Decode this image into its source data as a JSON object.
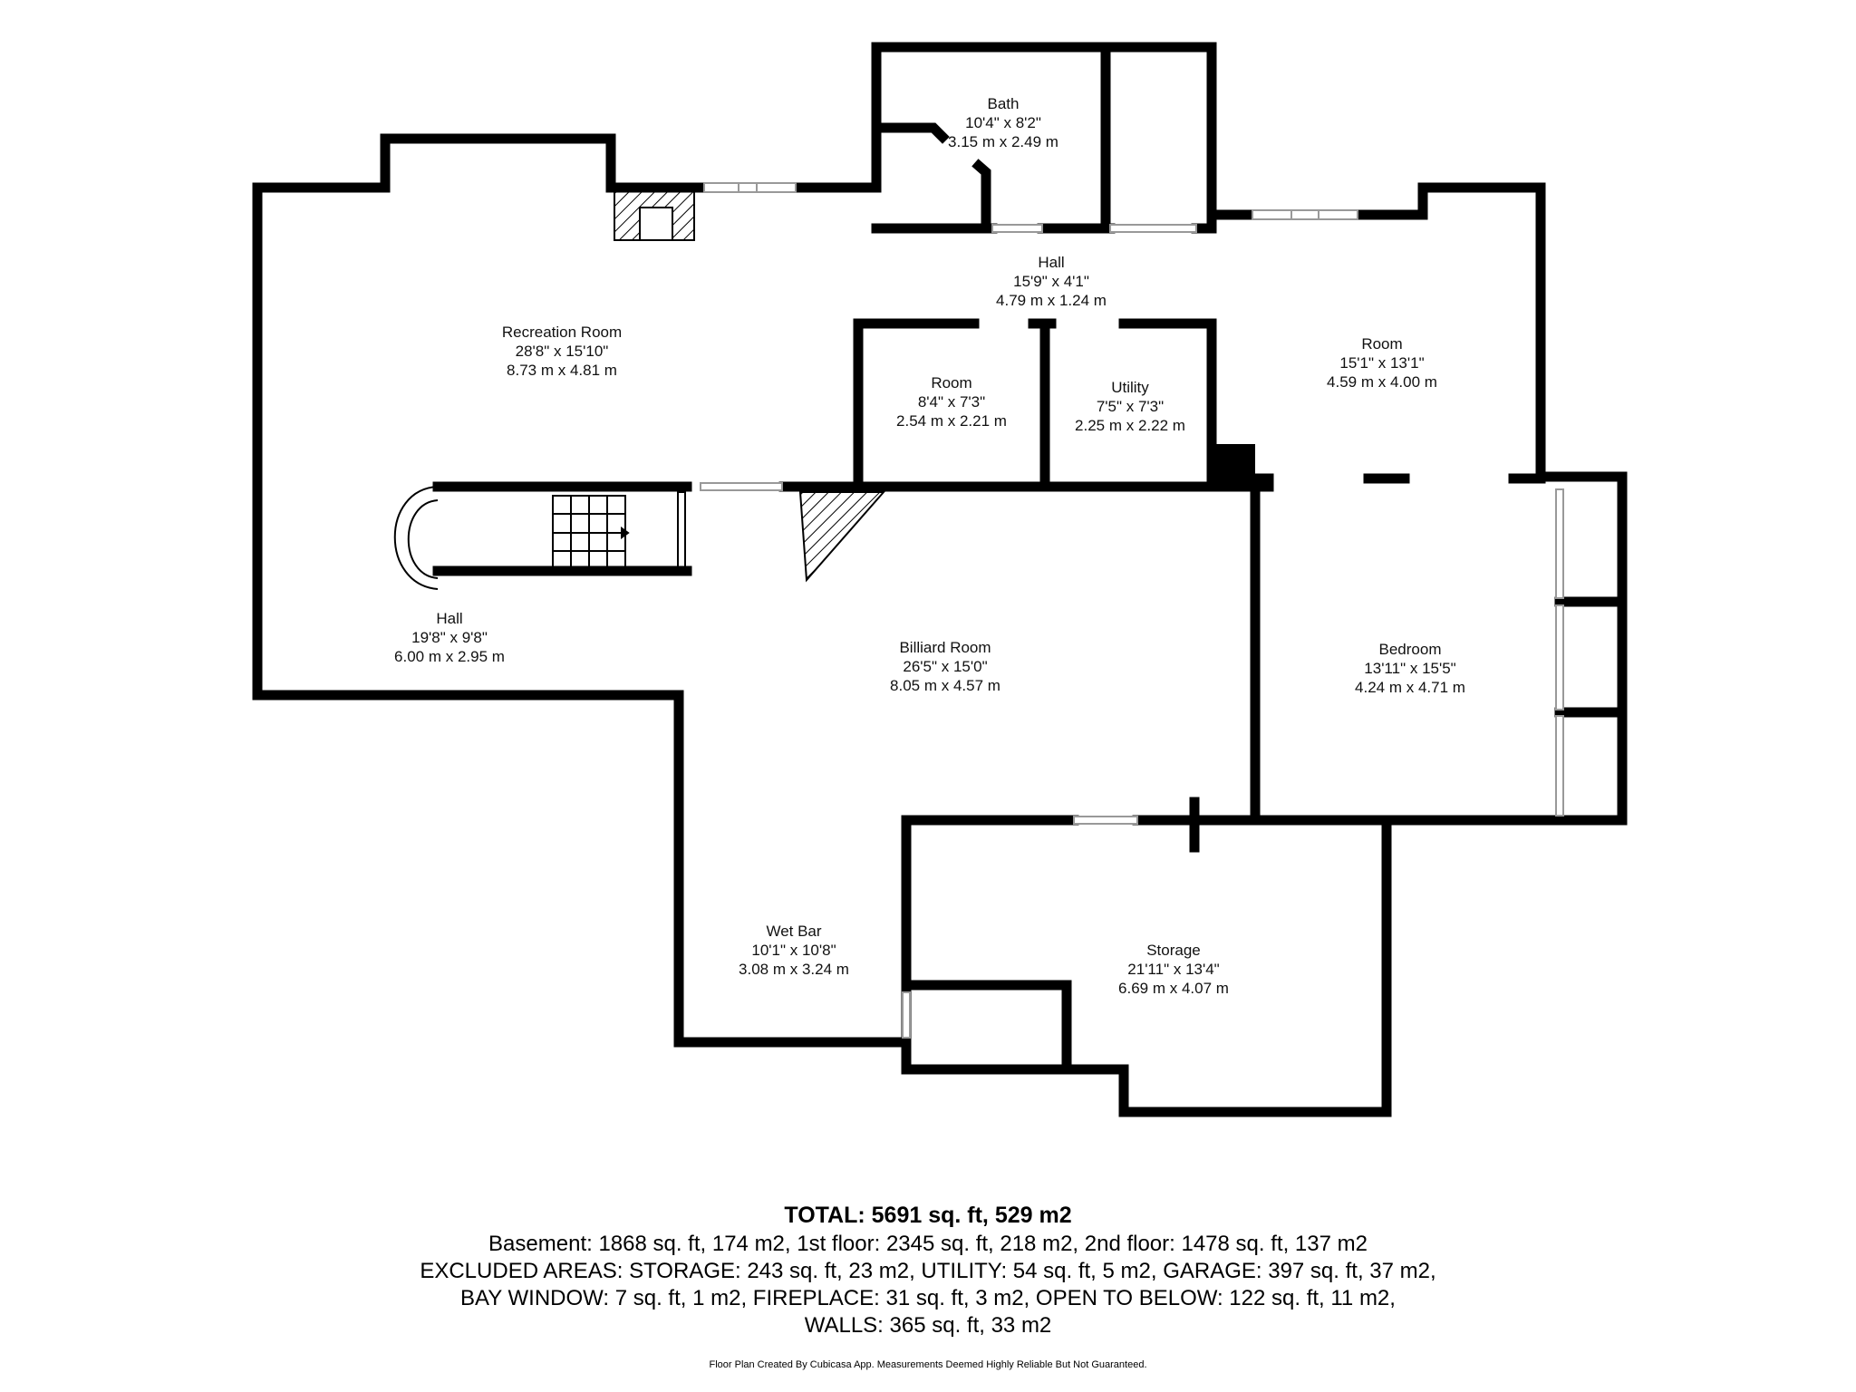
{
  "rooms": [
    {
      "id": "recreation-room",
      "name": "Recreation Room",
      "imperial": "28'8\" x 15'10\"",
      "metric": "8.73 m x 4.81 m"
    },
    {
      "id": "hall-upper",
      "name": "Hall",
      "imperial": "15'9\" x 4'1\"",
      "metric": "4.79 m x 1.24 m"
    },
    {
      "id": "bath",
      "name": "Bath",
      "imperial": "10'4\" x 8'2\"",
      "metric": "3.15 m x 2.49 m"
    },
    {
      "id": "room-small",
      "name": "Room",
      "imperial": "8'4\" x 7'3\"",
      "metric": "2.54 m x 2.21 m"
    },
    {
      "id": "utility",
      "name": "Utility",
      "imperial": "7'5\" x 7'3\"",
      "metric": "2.25 m x 2.22 m"
    },
    {
      "id": "room-right",
      "name": "Room",
      "imperial": "15'1\" x 13'1\"",
      "metric": "4.59 m x 4.00 m"
    },
    {
      "id": "hall-left",
      "name": "Hall",
      "imperial": "19'8\" x 9'8\"",
      "metric": "6.00 m x 2.95 m"
    },
    {
      "id": "billiard-room",
      "name": "Billiard Room",
      "imperial": "26'5\" x 15'0\"",
      "metric": "8.05 m x 4.57 m"
    },
    {
      "id": "bedroom",
      "name": "Bedroom",
      "imperial": "13'11\" x 15'5\"",
      "metric": "4.24 m x 4.71 m"
    },
    {
      "id": "wet-bar",
      "name": "Wet Bar",
      "imperial": "10'1\" x 10'8\"",
      "metric": "3.08 m x 3.24 m"
    },
    {
      "id": "storage",
      "name": "Storage",
      "imperial": "21'11\" x 13'4\"",
      "metric": "6.69 m x 4.07 m"
    }
  ],
  "summary": {
    "total": "TOTAL: 5691 sq. ft, 529 m2",
    "line1": "Basement: 1868 sq. ft, 174 m2, 1st floor: 2345 sq. ft, 218 m2, 2nd floor: 1478 sq. ft, 137 m2",
    "line2": "EXCLUDED AREAS: STORAGE: 243 sq. ft, 23 m2, UTILITY: 54 sq. ft, 5 m2, GARAGE: 397 sq. ft, 37 m2,",
    "line3": "BAY WINDOW: 7 sq. ft, 1 m2, FIREPLACE: 31 sq. ft, 3 m2, OPEN TO BELOW: 122 sq. ft, 11 m2,",
    "line4": "WALLS: 365 sq. ft, 33 m2",
    "credit": "Floor Plan Created By Cubicasa App. Measurements Deemed Highly Reliable But Not Guaranteed."
  },
  "colors": {
    "wall": "#000000",
    "background": "#ffffff",
    "window": "#c8c8c8"
  }
}
